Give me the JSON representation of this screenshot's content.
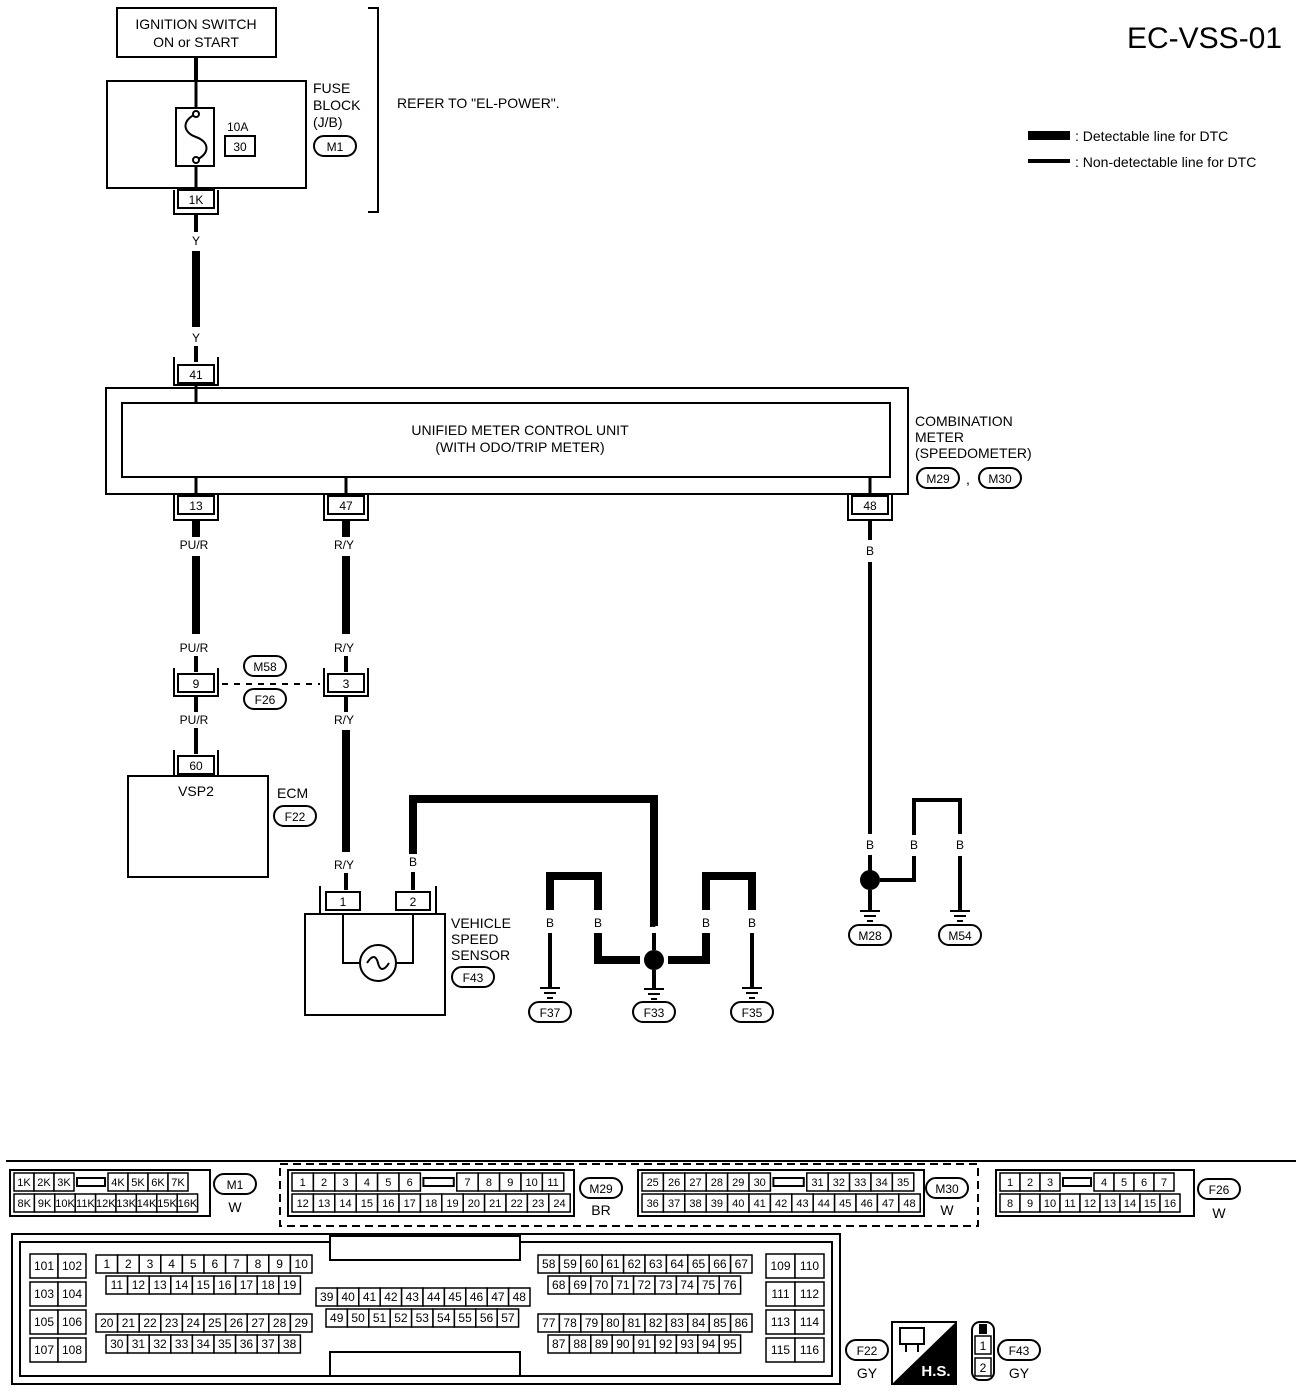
{
  "page_code": "EC-VSS-01",
  "legend": {
    "detectable": ": Detectable line for DTC",
    "non_detectable": ": Non-detectable line for DTC"
  },
  "ignition": {
    "line1": "IGNITION SWITCH",
    "line2": "ON or START"
  },
  "fuse_block": {
    "line1": "FUSE",
    "line2": "BLOCK",
    "line3": "(J/B)",
    "connector": "M1",
    "amp": "10A",
    "number": "30",
    "terminal": "1K",
    "refer": "REFER TO \"EL-POWER\"."
  },
  "wires": {
    "y_top": "Y",
    "y_bottom": "Y",
    "pur_1": "PU/R",
    "pur_2": "PU/R",
    "pur_3": "PU/R",
    "ry_1": "R/Y",
    "ry_2": "R/Y",
    "ry_3": "R/Y",
    "ry_4": "R/Y",
    "b_48": "B",
    "b_48_low": "B",
    "b_m_mid": "B",
    "b_m54": "B",
    "b_sensor": "B",
    "b_f37": "B",
    "b_f37_2": "B",
    "b_f33": "B",
    "b_f35_1": "B",
    "b_f35_2": "B"
  },
  "meter": {
    "line1": "UNIFIED METER CONTROL UNIT",
    "line2": "(WITH ODO/TRIP METER)",
    "label1": "COMBINATION",
    "label2": "METER",
    "label3": "(SPEEDOMETER)",
    "conn1": "M29",
    "sep": ",",
    "conn2": "M30",
    "term_in": "41",
    "term_13": "13",
    "term_47": "47",
    "term_48": "48"
  },
  "joint": {
    "t9": "9",
    "t3": "3",
    "m58": "M58",
    "f26": "F26"
  },
  "ecm": {
    "terminal": "60",
    "pin_name": "VSP2",
    "label": "ECM",
    "conn": "F22"
  },
  "sensor": {
    "t1": "1",
    "t2": "2",
    "line1": "VEHICLE",
    "line2": "SPEED",
    "line3": "SENSOR",
    "conn": "F43"
  },
  "grounds": {
    "f37": "F37",
    "f33": "F33",
    "f35": "F35",
    "m28": "M28",
    "m54": "M54"
  },
  "connectors": {
    "m1": {
      "name": "M1",
      "color": "W",
      "row1": [
        "1K",
        "2K",
        "3K",
        "",
        "4K",
        "5K",
        "6K",
        "7K"
      ],
      "row2": [
        "8K",
        "9K",
        "10K",
        "11K",
        "12K",
        "13K",
        "14K",
        "15K",
        "16K"
      ]
    },
    "m29": {
      "name": "M29",
      "color": "BR",
      "row1": [
        "1",
        "2",
        "3",
        "4",
        "5",
        "6",
        "",
        "7",
        "8",
        "9",
        "10",
        "11"
      ],
      "row2": [
        "12",
        "13",
        "14",
        "15",
        "16",
        "17",
        "18",
        "19",
        "20",
        "21",
        "22",
        "23",
        "24"
      ]
    },
    "m30": {
      "name": "M30",
      "color": "W",
      "row1": [
        "25",
        "26",
        "27",
        "28",
        "29",
        "30",
        "",
        "31",
        "32",
        "33",
        "34",
        "35"
      ],
      "row2": [
        "36",
        "37",
        "38",
        "39",
        "40",
        "41",
        "42",
        "43",
        "44",
        "45",
        "46",
        "47",
        "48"
      ]
    },
    "f26": {
      "name": "F26",
      "color": "W",
      "row1": [
        "1",
        "2",
        "3",
        "",
        "4",
        "5",
        "6",
        "7"
      ],
      "row2": [
        "8",
        "9",
        "10",
        "11",
        "12",
        "13",
        "14",
        "15",
        "16"
      ]
    },
    "f22": {
      "name": "F22",
      "color": "GY",
      "left": [
        "101",
        "102",
        "103",
        "104",
        "105",
        "106",
        "107",
        "108"
      ],
      "a_r1": [
        "1",
        "2",
        "3",
        "4",
        "5",
        "6",
        "7",
        "8",
        "9",
        "10"
      ],
      "a_r2": [
        "11",
        "12",
        "13",
        "14",
        "15",
        "16",
        "17",
        "18",
        "19"
      ],
      "b_r1": [
        "20",
        "21",
        "22",
        "23",
        "24",
        "25",
        "26",
        "27",
        "28",
        "29"
      ],
      "b_r2": [
        "30",
        "31",
        "32",
        "33",
        "34",
        "35",
        "36",
        "37",
        "38"
      ],
      "c_r1": [
        "39",
        "40",
        "41",
        "42",
        "43",
        "44",
        "45",
        "46",
        "47",
        "48"
      ],
      "c_r2": [
        "49",
        "50",
        "51",
        "52",
        "53",
        "54",
        "55",
        "56",
        "57"
      ],
      "d_r1": [
        "58",
        "59",
        "60",
        "61",
        "62",
        "63",
        "64",
        "65",
        "66",
        "67"
      ],
      "d_r2": [
        "68",
        "69",
        "70",
        "71",
        "72",
        "73",
        "74",
        "75",
        "76"
      ],
      "e_r1": [
        "77",
        "78",
        "79",
        "80",
        "81",
        "82",
        "83",
        "84",
        "85",
        "86"
      ],
      "e_r2": [
        "87",
        "88",
        "89",
        "90",
        "91",
        "92",
        "93",
        "94",
        "95"
      ],
      "right": [
        "109",
        "110",
        "111",
        "112",
        "113",
        "114",
        "115",
        "116"
      ]
    },
    "f43": {
      "name": "F43",
      "color": "GY",
      "pins": [
        "1",
        "2"
      ]
    },
    "hs": "H.S."
  }
}
